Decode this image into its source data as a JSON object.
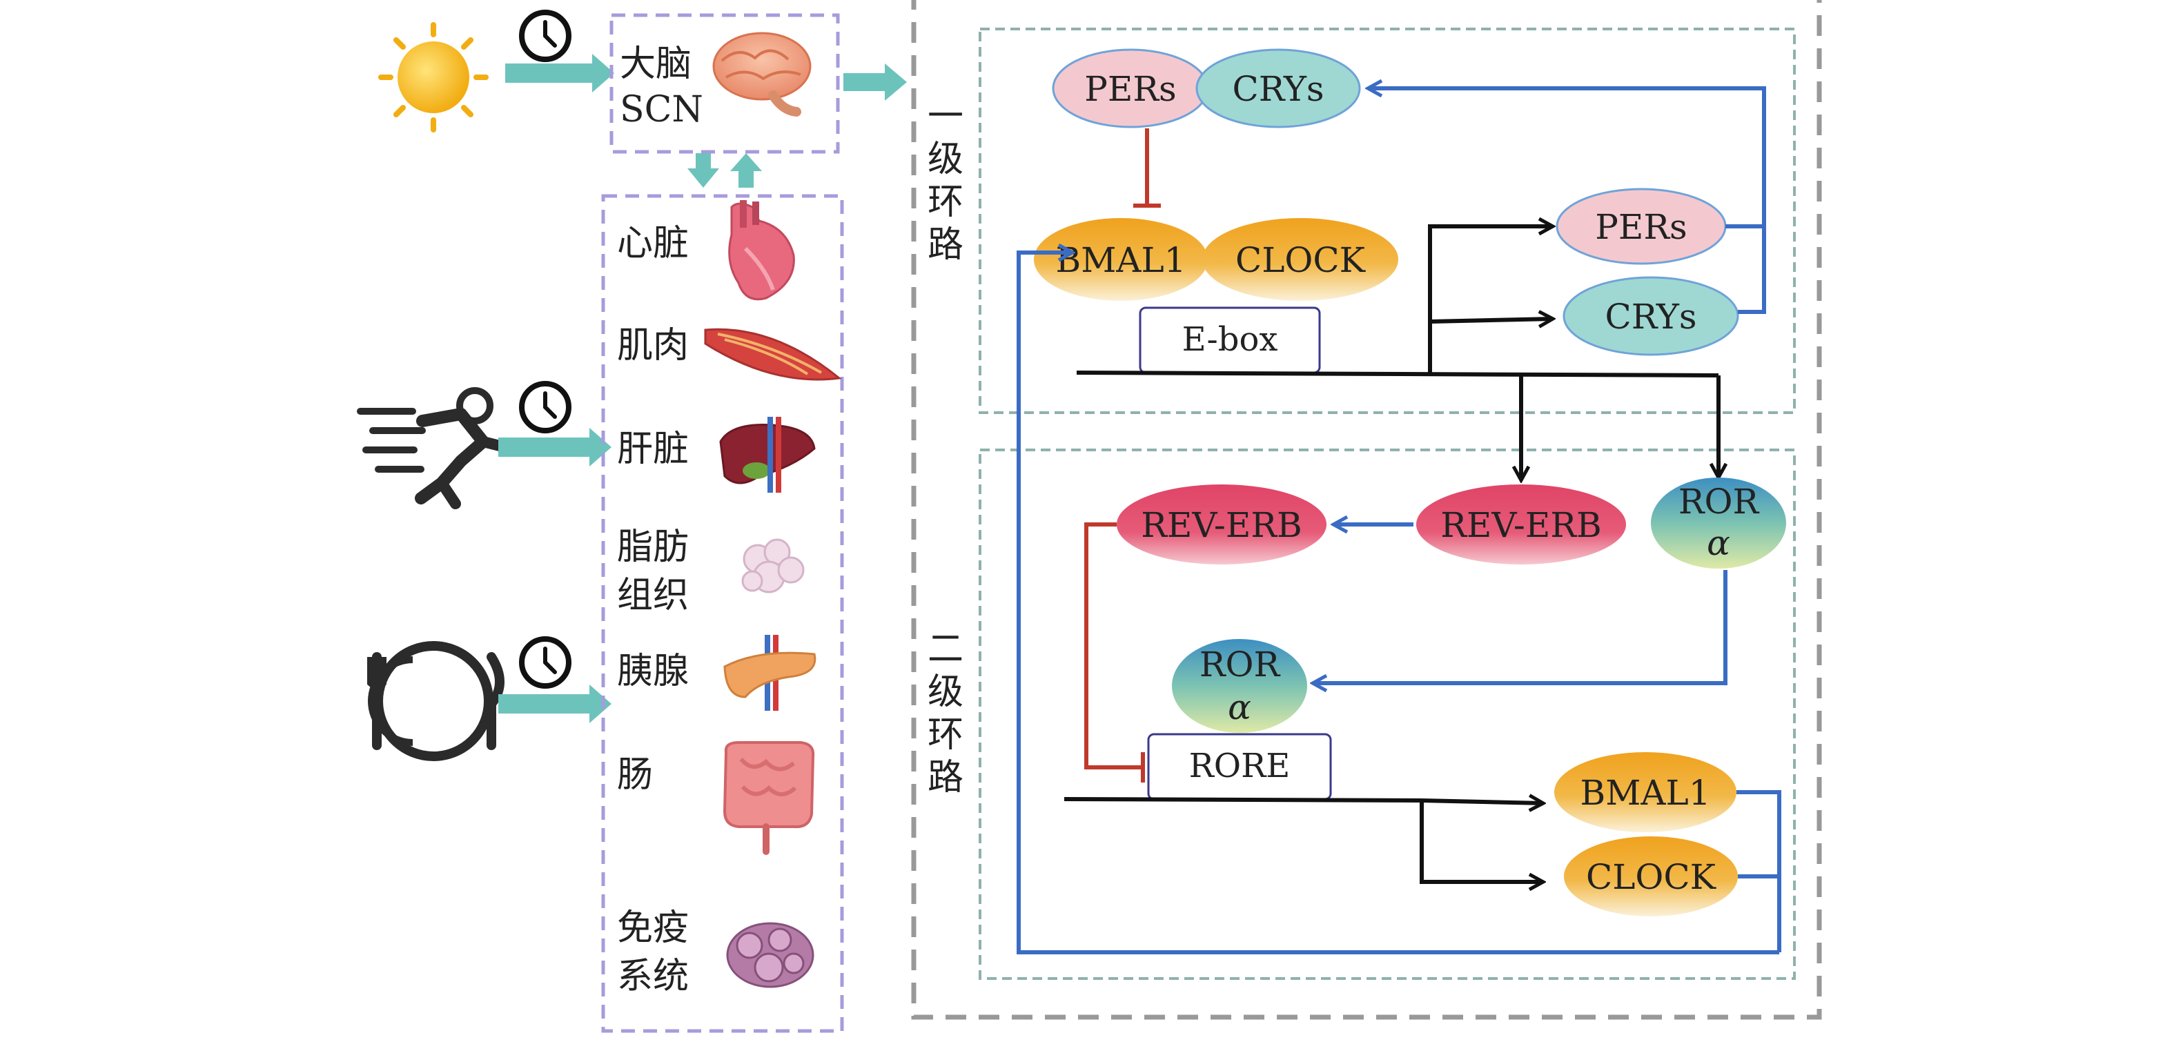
{
  "inputs": {
    "light_icon": "sun-icon",
    "exercise_icon": "running-person-icon",
    "food_icon": "plate-fork-knife-icon",
    "clock_icon": "clock-icon"
  },
  "brain": {
    "name": "大脑",
    "scn": "SCN",
    "icon": "brain-icon"
  },
  "organs": [
    {
      "label": "心脏",
      "icon": "heart-icon"
    },
    {
      "label": "肌肉",
      "icon": "muscle-icon"
    },
    {
      "label": "肝脏",
      "icon": "liver-icon"
    },
    {
      "label": "脂肪",
      "label2": "组织",
      "icon": "adipose-tissue-icon"
    },
    {
      "label": "胰腺",
      "icon": "pancreas-icon"
    },
    {
      "label": "肠",
      "icon": "intestine-icon"
    },
    {
      "label": "免疫",
      "label2": "系统",
      "icon": "immune-system-icon"
    }
  ],
  "loops": {
    "primary": [
      "一",
      "级",
      "环",
      "路"
    ],
    "secondary": [
      "二",
      "级",
      "环",
      "路"
    ]
  },
  "nodes": {
    "pers_top": "PERs",
    "crys_top": "CRYs",
    "bmal1_top": "BMAL1",
    "clock_top": "CLOCK",
    "ebox": "E-box",
    "pers_right": "PERs",
    "crys_right": "CRYs",
    "reverb_left": "REV-ERB",
    "reverb_right": "REV-ERB",
    "ror_right": "ROR",
    "ror_right_sym": "α",
    "ror_mid": "ROR",
    "ror_mid_sym": "α",
    "rore": "RORE",
    "bmal1_bottom": "BMAL1",
    "clock_bottom": "CLOCK"
  },
  "colors": {
    "teal_arrow": "#6cc3bc",
    "blue_line": "#3a6cc4",
    "red_inhibit": "#c0392b",
    "dash_purple": "#a79bdc",
    "dash_gray": "#999999",
    "dash_teal": "#8fb1ad",
    "pers_fill": "#f3c9cf",
    "crys_fill": "#9fd8d3",
    "orange": "#f0a21e",
    "reverb": "#e4506e"
  }
}
